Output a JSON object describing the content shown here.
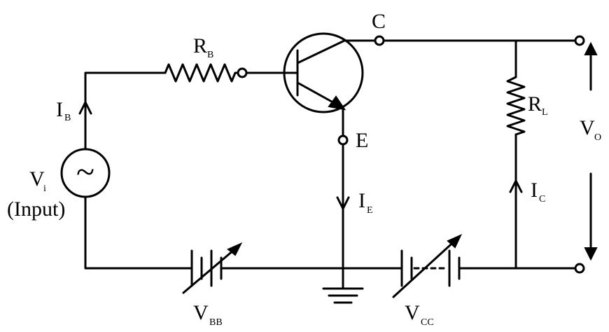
{
  "labels": {
    "rb": {
      "main": "R",
      "sub": "B"
    },
    "ib": {
      "main": "I",
      "sub": "B"
    },
    "vi": {
      "main": "V",
      "sub": "i"
    },
    "input": "(Input)",
    "collector": "C",
    "emitter": "E",
    "ie": {
      "main": "I",
      "sub": "E"
    },
    "rl": {
      "main": "R",
      "sub": "L"
    },
    "ic": {
      "main": "I",
      "sub": "C"
    },
    "vo": {
      "main": "V",
      "sub": "O"
    },
    "vbb": {
      "main": "V",
      "sub": "BB"
    },
    "vcc": {
      "main": "V",
      "sub": "CC"
    }
  },
  "symbols": {
    "ac_source": "~"
  },
  "icons": {
    "transistor": "npn-transistor-icon",
    "ground": "ground-icon",
    "battery": "variable-battery-icon"
  }
}
